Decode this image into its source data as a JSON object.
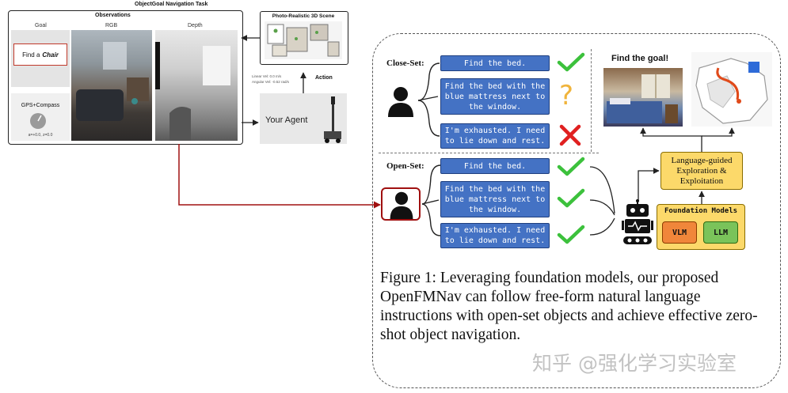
{
  "task": {
    "title": "ObjectGoal Navigation Task",
    "observations_title": "Observations",
    "col_goal": "Goal",
    "col_rgb": "RGB",
    "col_depth": "Depth",
    "goal_prefix": "Find a",
    "goal_object": "Chair",
    "gps_label": "GPS+Compass",
    "gps_reading": "a=+0.0, z=0.0",
    "scene_title": "Photo-Realistic 3D Scene",
    "linear_vel": "Linear Vel: 0.0 m/s",
    "angular_vel": "Angular Vel: -0.52 rad/s",
    "action_label": "Action",
    "agent_label": "Your Agent"
  },
  "close_set": {
    "label": "Close-Set:",
    "items": [
      {
        "text": "Find the bed.",
        "status": "check"
      },
      {
        "text": "Find the bed with the blue mattress next to the window.",
        "status": "question"
      },
      {
        "text": "I'm exhausted. I need to lie down and rest.",
        "status": "cross"
      }
    ]
  },
  "open_set": {
    "label": "Open-Set:",
    "items": [
      {
        "text": "Find the bed.",
        "status": "check"
      },
      {
        "text": "Find the bed with the blue mattress next to the window.",
        "status": "check"
      },
      {
        "text": "I'm exhausted. I need to lie down and rest.",
        "status": "check"
      }
    ]
  },
  "right": {
    "goal_title": "Find the goal!",
    "lang_box": "Language-guided Exploration & Exploitation",
    "fm_title": "Foundation Models",
    "vlm": "VLM",
    "llm": "LLM"
  },
  "caption": "Figure 1: Leveraging foundation models, our proposed OpenFMNav can follow free-form natural language instructions with open-set objects and achieve effective zero-shot object navigation.",
  "watermark": "知乎 @强化学习实验室",
  "colors": {
    "instruction_fill": "#4472c4",
    "check_green": "#3cc13c",
    "question_orange": "#f0b43c",
    "cross_red": "#e02020",
    "highlight_red": "#a01010",
    "box_yellow": "#fcd96a",
    "vlm_orange": "#f0863a",
    "llm_green": "#7ac35a"
  }
}
